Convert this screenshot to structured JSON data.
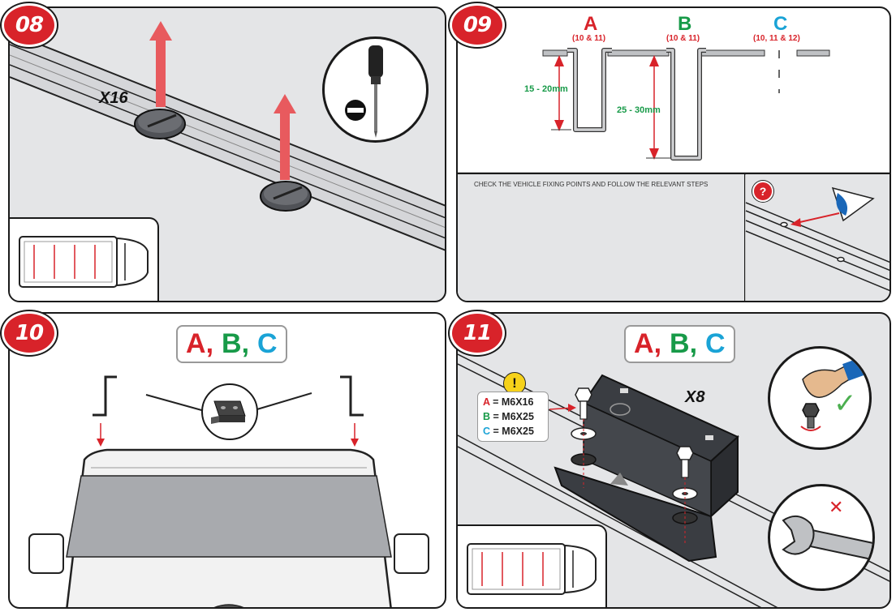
{
  "steps": {
    "s08": {
      "badge": "08",
      "qty": "X16"
    },
    "s09": {
      "badge": "09",
      "col_a": {
        "letter": "A",
        "sub": "(10 & 11)",
        "color": "#d8232a"
      },
      "col_b": {
        "letter": "B",
        "sub": "(10 & 11)",
        "color": "#179a48"
      },
      "col_c": {
        "letter": "C",
        "sub": "(10, 11 & 12)",
        "color": "#1aa3d6"
      },
      "dim_a": "15 - 20mm",
      "dim_b": "25 - 30mm",
      "instruction": "CHECK THE VEHICLE FIXING POINTS AND FOLLOW THE RELEVANT STEPS",
      "question": "?"
    },
    "s10": {
      "badge": "10",
      "label_a": "A",
      "label_b": "B",
      "label_c": "C",
      "sep": ","
    },
    "s11": {
      "badge": "11",
      "label_a": "A",
      "label_b": "B",
      "label_c": "C",
      "sep": ",",
      "qty": "X8",
      "alert": "!",
      "bolts": [
        {
          "letter": "A",
          "spec": "= M6X16"
        },
        {
          "letter": "B",
          "spec": "= M6X25"
        },
        {
          "letter": "C",
          "spec": "= M6X25"
        }
      ],
      "tick": "✓",
      "cross": "✕"
    }
  },
  "colors": {
    "red": "#d8232a",
    "green": "#179a48",
    "blue": "#1aa3d6",
    "panel": "#e4e5e7"
  }
}
